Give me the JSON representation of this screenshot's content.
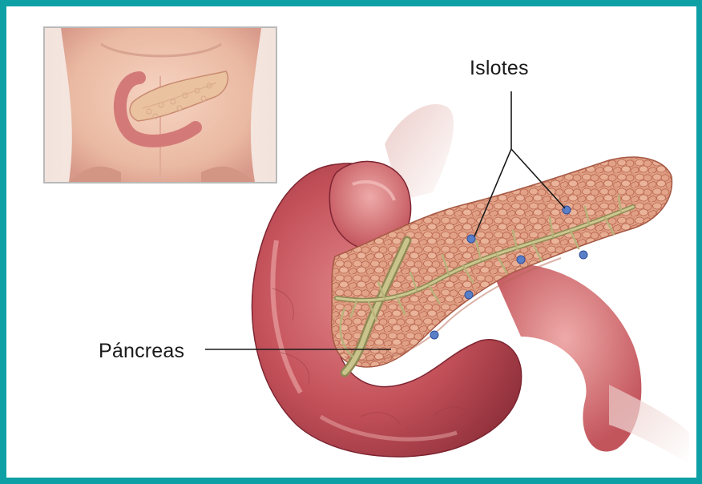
{
  "labels": {
    "islets": "Islotes",
    "pancreas": "Páncreas"
  },
  "colors": {
    "frame": "#0fa0a6",
    "intestine": "#c4515a",
    "pancreas": "#e1a286",
    "duct": "#b9b27c",
    "islet": "#5b7fc7"
  },
  "icons": {
    "inset": "torso-with-pancreas-location",
    "main": "pancreas-duodenum-anatomy"
  }
}
